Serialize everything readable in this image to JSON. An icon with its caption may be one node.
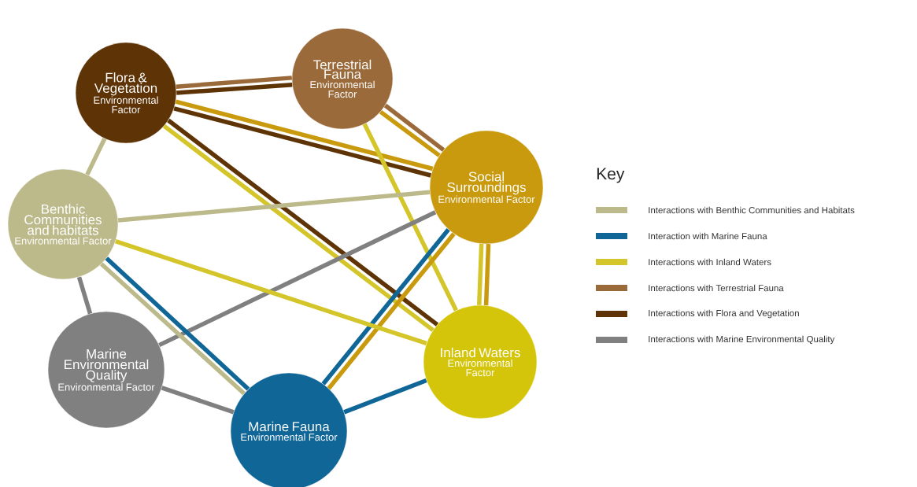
{
  "diagram": {
    "nodes": [
      {
        "text": [
          "Flora & Vegetation",
          "Environmental Factor"
        ]
      },
      {
        "text": [
          "Terrestrial Fauna",
          "Environmental Factor"
        ]
      },
      {
        "text": [
          "Social Surroundings",
          "Environmental Factor"
        ]
      },
      {
        "text": [
          "Benthic Communities and habitats",
          "Environmental Factor"
        ]
      },
      {
        "text": [
          "Marine Environmental Quality",
          "Environmental Factor"
        ]
      },
      {
        "text": [
          "Marine Fauna",
          "Environmental Factor"
        ]
      },
      {
        "text": [
          "Inland Waters",
          "Environmental Factor"
        ]
      }
    ],
    "edges": [
      {
        "from": 0,
        "to": 1,
        "arrow": "none",
        "color": "#5e3306"
      },
      {
        "from": 0,
        "to": 1,
        "arrow": "none",
        "color": "#9b6a3a"
      },
      {
        "from": 0,
        "to": 2,
        "arrow": "none",
        "color": "#5e3306"
      },
      {
        "from": 0,
        "to": 2,
        "arrow": "none",
        "color": "#c99a0e"
      },
      {
        "from": 0,
        "to": 6,
        "arrow": "none",
        "color": "#d4c52a"
      },
      {
        "from": 0,
        "to": 6,
        "arrow": "none",
        "color": "#5e3306"
      },
      {
        "from": 0,
        "to": 3,
        "arrow": "none",
        "color": "#bcba8a"
      },
      {
        "from": 1,
        "to": 2,
        "arrow": "none",
        "color": "#c99a0e"
      },
      {
        "from": 1,
        "to": 2,
        "arrow": "none",
        "color": "#9b6a3a"
      },
      {
        "from": 1,
        "to": 6,
        "arrow": "none",
        "color": "#d4c52a"
      },
      {
        "from": 3,
        "to": 2,
        "arrow": "none",
        "color": "#bcba8a"
      },
      {
        "from": 4,
        "to": 2,
        "arrow": "none",
        "color": "#808080"
      },
      {
        "from": 5,
        "to": 2,
        "arrow": "none",
        "color": "#0f6697"
      },
      {
        "from": 5,
        "to": 2,
        "arrow": "none",
        "color": "#c99a0e"
      },
      {
        "from": 2,
        "to": 6,
        "arrow": "none",
        "color": "#d4c52a"
      },
      {
        "from": 2,
        "to": 6,
        "arrow": "none",
        "color": "#c99a0e"
      },
      {
        "from": 3,
        "to": 6,
        "arrow": "none",
        "color": "#d4c52a"
      },
      {
        "from": 3,
        "to": 4,
        "arrow": "none",
        "color": "#808080"
      },
      {
        "from": 3,
        "to": 5,
        "arrow": "none",
        "color": "#bcba8a"
      },
      {
        "from": 3,
        "to": 5,
        "arrow": "none",
        "color": "#0f6697"
      },
      {
        "from": 4,
        "to": 5,
        "arrow": "none",
        "color": "#808080"
      },
      {
        "from": 5,
        "to": 6,
        "arrow": "none",
        "color": "#0f6697"
      }
    ],
    "labels": [
      "Key"
    ],
    "legend": [
      {
        "text": "Interactions with Benthic Communities and Habitats",
        "color": "#bcba8a"
      },
      {
        "text": "Interaction with Marine Fauna",
        "color": "#0f6697"
      },
      {
        "text": "Interactions with Inland Waters",
        "color": "#d4c52a"
      },
      {
        "text": "Interactions with Terrestrial Fauna",
        "color": "#9b6a3a"
      },
      {
        "text": "Interactions with Flora and Vegetation",
        "color": "#5e3306"
      },
      {
        "text": "Interactions with Marine Environmental Quality",
        "color": "#808080"
      }
    ]
  }
}
